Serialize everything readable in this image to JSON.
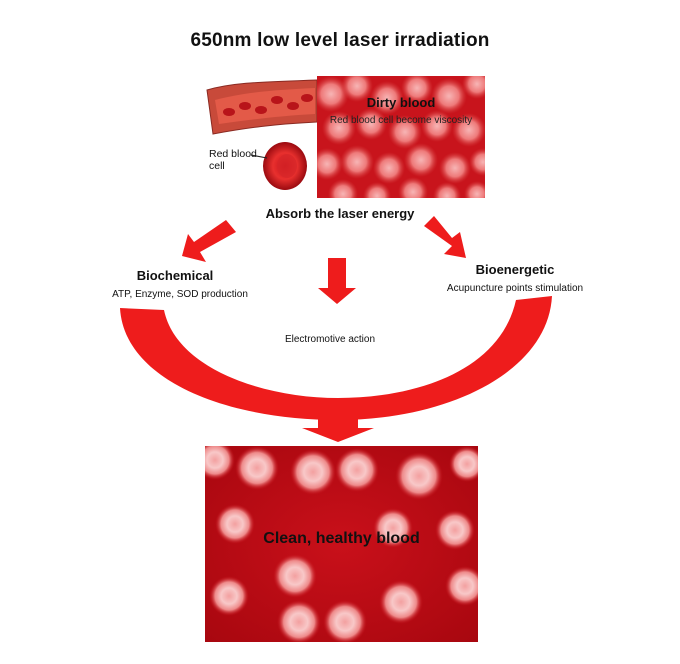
{
  "title": "650nm low level laser irradiation",
  "top": {
    "red_blood_cell_label": "Red blood cell",
    "dirty_blood_title": "Dirty blood",
    "dirty_blood_subtitle": "Red blood cell become viscosity"
  },
  "absorb_label": "Absorb the laser energy",
  "left_branch": {
    "title": "Biochemical",
    "subtitle": "ATP, Enzyme, SOD production"
  },
  "right_branch": {
    "title": "Bioenergetic",
    "subtitle": "Acupuncture points stimulation"
  },
  "center_branch": {
    "label": "Electromotive action"
  },
  "result_label": "Clean, healthy blood",
  "colors": {
    "arrow_red": "#ee1c1c",
    "blood_dark": "#b80a12",
    "blood_light": "#f6a8a8"
  }
}
